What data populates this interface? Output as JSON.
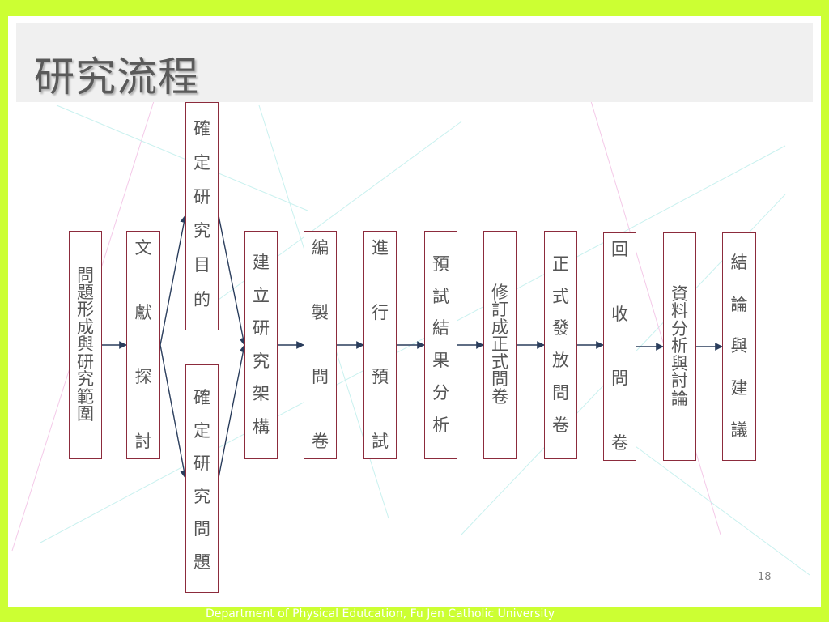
{
  "slide": {
    "title": "研究流程",
    "page_number": "18",
    "footer": "Department of Physical Edutcation, Fu Jen Catholic University"
  },
  "flow": {
    "steps": [
      {
        "id": "problem-scope",
        "text": "問題形成與研究範圍"
      },
      {
        "id": "literature-review",
        "text": "文獻探討"
      },
      {
        "id": "define-purpose",
        "text": "確定研究目的"
      },
      {
        "id": "define-questions",
        "text": "確定研究問題"
      },
      {
        "id": "build-framework",
        "text": "建立研究架構"
      },
      {
        "id": "compile-questionnaire",
        "text": "編製問卷"
      },
      {
        "id": "conduct-pretest",
        "text": "進行預試"
      },
      {
        "id": "pretest-analysis",
        "text": "預試結果分析"
      },
      {
        "id": "revise-questionnaire",
        "text": "修訂成正式問卷"
      },
      {
        "id": "distribute-questionnaire",
        "text": "正式發放問卷"
      },
      {
        "id": "collect-questionnaire",
        "text": "回收問卷"
      },
      {
        "id": "data-analysis",
        "text": "資料分析與討論"
      },
      {
        "id": "conclusion",
        "text": "結論與建議"
      }
    ]
  }
}
